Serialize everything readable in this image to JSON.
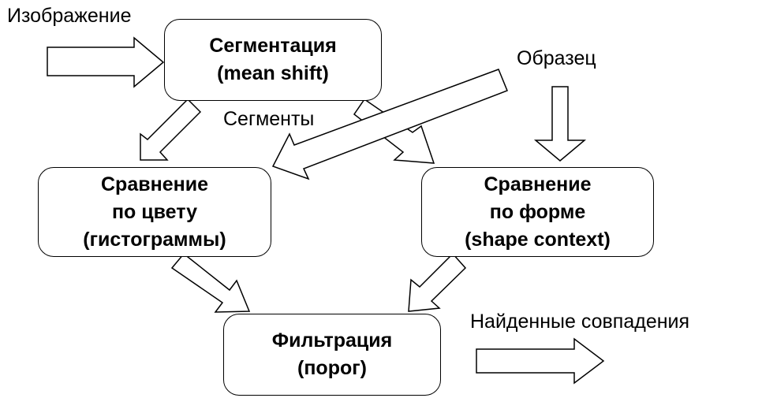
{
  "diagram": {
    "labels": {
      "image": "Изображение",
      "sample": "Образец",
      "segments": "Сегменты",
      "matches": "Найденные совпадения"
    },
    "nodes": {
      "segmentation": {
        "lines": [
          "Сегментация",
          "(mean shift)"
        ]
      },
      "color": {
        "lines": [
          "Сравнение",
          "по цвету",
          "(гистограммы)"
        ]
      },
      "shape": {
        "lines": [
          "Сравнение",
          "по форме",
          "(shape context)"
        ]
      },
      "filter": {
        "lines": [
          "Фильтрация",
          "(порог)"
        ]
      }
    },
    "colors": {
      "stroke": "#000000",
      "fill": "#ffffff"
    }
  }
}
